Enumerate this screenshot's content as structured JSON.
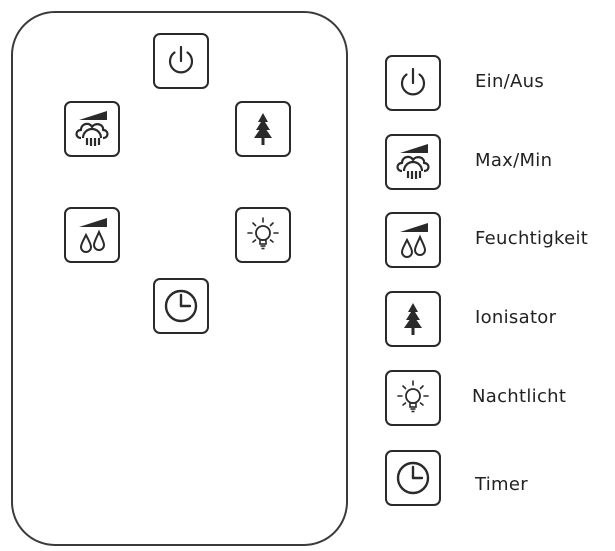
{
  "legend": {
    "items": [
      {
        "icon": "power-icon",
        "label": "Ein/Aus"
      },
      {
        "icon": "fan-speed-icon",
        "label": "Max/Min"
      },
      {
        "icon": "humidity-icon",
        "label": "Feuchtigkeit"
      },
      {
        "icon": "ionizer-tree-icon",
        "label": "Ionisator"
      },
      {
        "icon": "night-light-icon",
        "label": "Nachtlicht"
      },
      {
        "icon": "timer-clock-icon",
        "label": "Timer"
      }
    ]
  },
  "remote": {
    "buttons": [
      "power",
      "fan-speed",
      "ionizer",
      "humidity",
      "night-light",
      "timer"
    ]
  }
}
